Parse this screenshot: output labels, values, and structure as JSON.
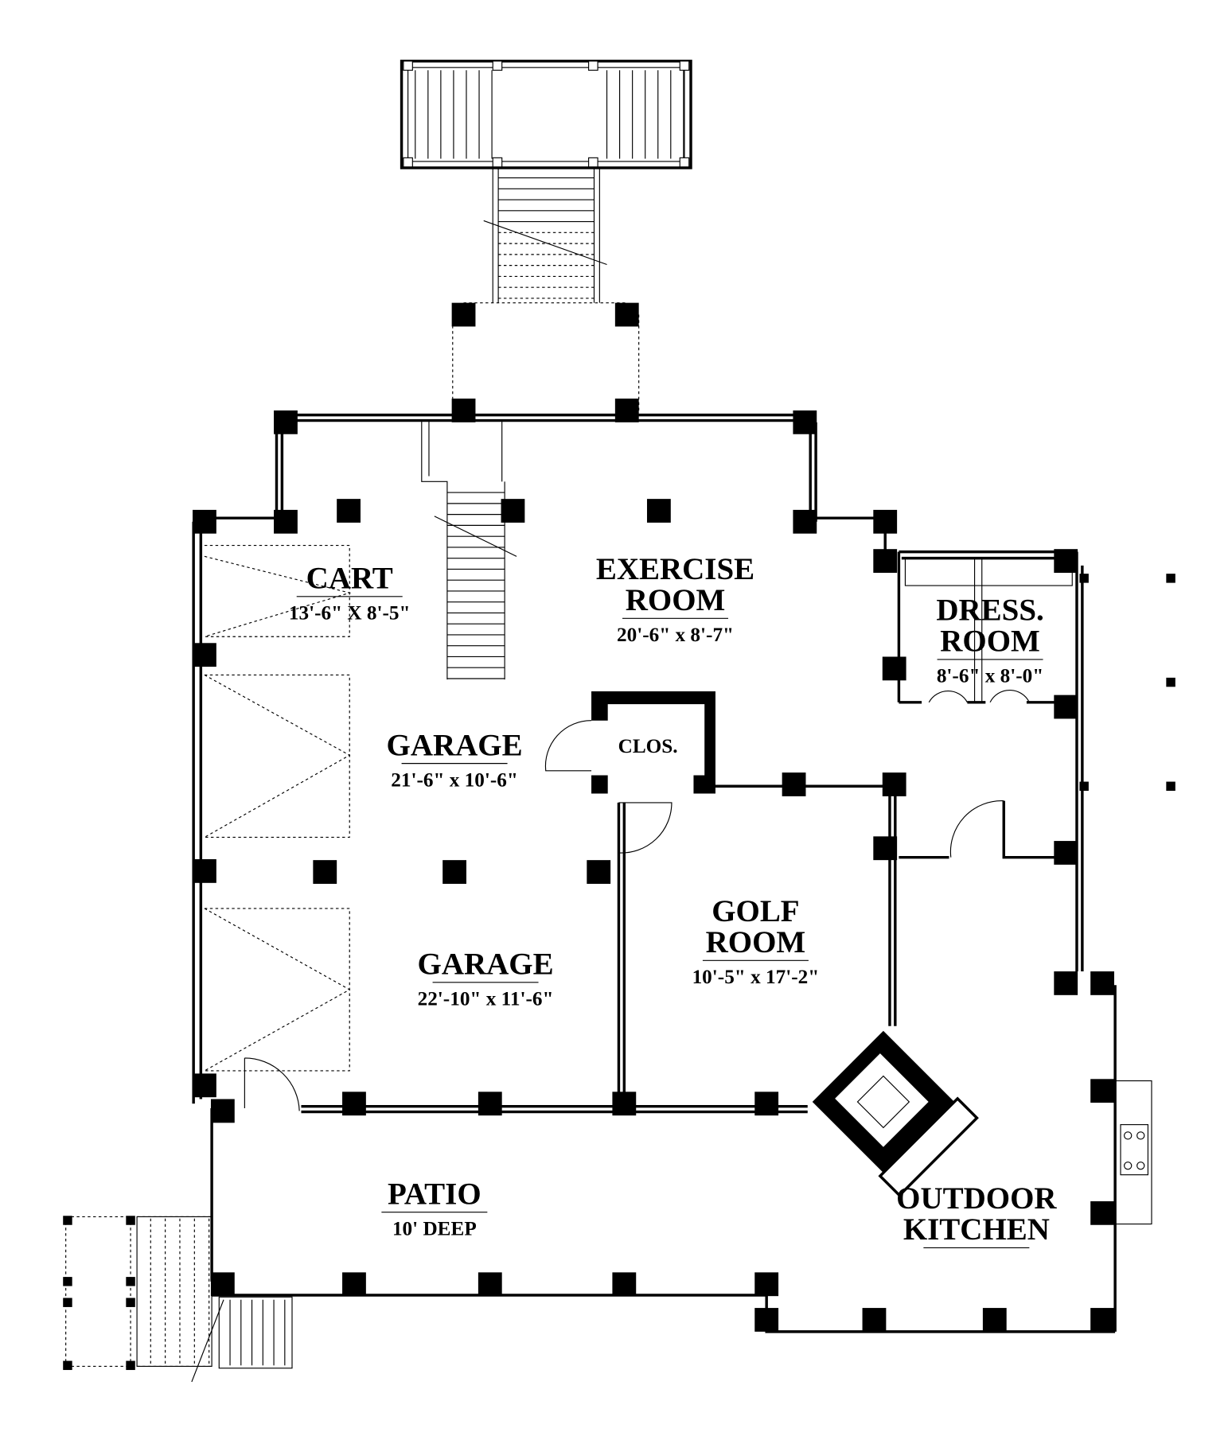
{
  "rooms": [
    {
      "id": "cart",
      "name_lines": [
        "CART"
      ],
      "size": "13'-6\" X 8'-5\""
    },
    {
      "id": "exercise",
      "name_lines": [
        "EXERCISE",
        "ROOM"
      ],
      "size": "20'-6\" x 8'-7\""
    },
    {
      "id": "dress",
      "name_lines": [
        "DRESS.",
        "ROOM"
      ],
      "size": "8'-6\" x 8'-0\""
    },
    {
      "id": "garage1",
      "name_lines": [
        "GARAGE"
      ],
      "size": "21'-6\" x 10'-6\""
    },
    {
      "id": "closet",
      "name_lines": [
        "CLOS."
      ],
      "size": ""
    },
    {
      "id": "golf",
      "name_lines": [
        "GOLF",
        "ROOM"
      ],
      "size": "10'-5\" x 17'-2\""
    },
    {
      "id": "garage2",
      "name_lines": [
        "GARAGE"
      ],
      "size": "22'-10\" x 11'-6\""
    },
    {
      "id": "patio",
      "name_lines": [
        "PATIO"
      ],
      "size": "10' DEEP"
    },
    {
      "id": "kitchen",
      "name_lines": [
        "OUTDOOR",
        "KITCHEN"
      ],
      "size": ""
    }
  ],
  "colors": {
    "ink": "#000000",
    "paper": "#ffffff"
  }
}
